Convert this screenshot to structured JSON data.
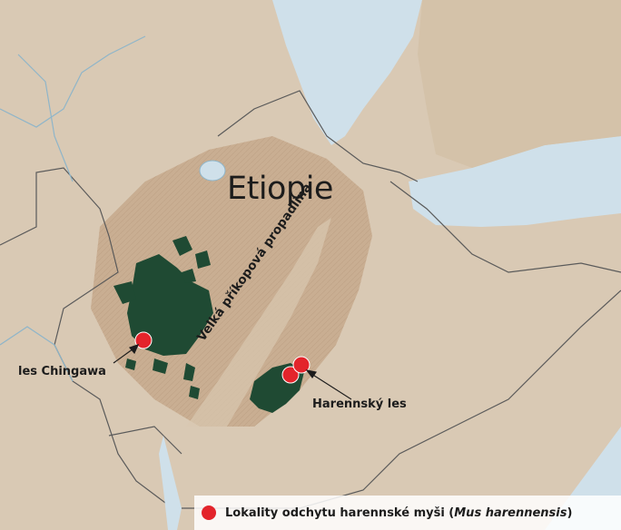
{
  "map": {
    "country_label": "Etiopie",
    "rift_label": "Velká příkopová propadlina",
    "forest_labels": {
      "chingawa": "les Chingawa",
      "harenna": "Harennský les"
    },
    "legend": {
      "text_before": "Lokality odchytu harennské myši (",
      "species": "Mus harennensis",
      "text_after": ")"
    },
    "colors": {
      "land": "#d9c9b4",
      "highland": "#c9ae92",
      "sea": "#cfe0ea",
      "forest": "#1f4a33",
      "marker": "#e3242b",
      "border": "#5a5a5a",
      "river": "#8fb5c9"
    }
  }
}
